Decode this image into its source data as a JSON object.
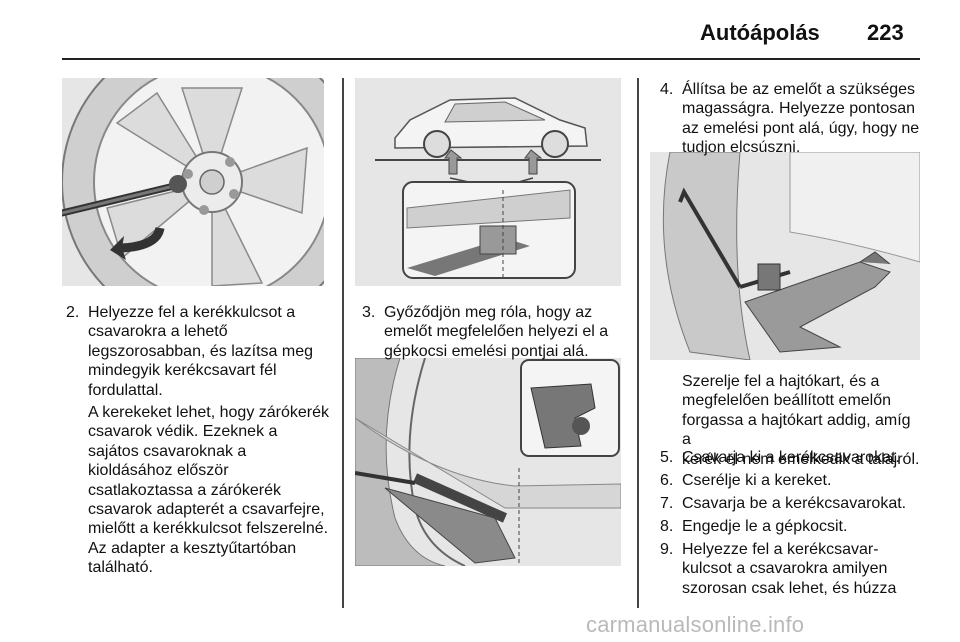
{
  "header": {
    "title": "Autóápolás",
    "page": "223"
  },
  "col1": {
    "step_num": "2.",
    "step_lines": [
      "Helyezze fel a kerékkulcsot a",
      "csavarokra a lehető",
      "legszorosabban, és lazítsa meg",
      "mindegyik kerékcsavart fél",
      "fordulattal."
    ],
    "note_lines": [
      "A kerekeket lehet, hogy zárókerék",
      "csavarok védik. Ezeknek a",
      "sajátos csavaroknak a",
      "kioldásához először",
      "csatlakoztassa a zárókerék",
      "csavarok adapterét a csavarfejre,",
      "mielőtt a kerékkulcsot felszerelné.",
      "Az adapter a kesztyűtartóban",
      "található."
    ]
  },
  "col2": {
    "step_num": "3.",
    "step_lines": [
      "Győződjön meg róla, hogy az",
      "emelőt megfelelően helyezi el a",
      "gépkocsi emelési pontjai alá."
    ]
  },
  "col3": {
    "step4_num": "4.",
    "step4_lines": [
      "Állítsa be az emelőt a szükséges",
      "magasságra. Helyezze pontosan",
      "az emelési pont alá, úgy, hogy ne",
      "tudjon elcsúszni."
    ],
    "note_lines": [
      "Szerelje fel a hajtókart, és a",
      "megfelelően beállított emelőn",
      "forgassa a hajtókart addig, amíg a",
      "kerék el nem emelkedik a talajról."
    ],
    "items": [
      {
        "num": "5.",
        "lines": [
          "Csavarja ki a kerékcsavarokat."
        ]
      },
      {
        "num": "6.",
        "lines": [
          "Cserélje ki a kereket."
        ]
      },
      {
        "num": "7.",
        "lines": [
          "Csavarja be a kerékcsavarokat."
        ]
      },
      {
        "num": "8.",
        "lines": [
          "Engedje le a gépkocsit."
        ]
      },
      {
        "num": "9.",
        "lines": [
          "Helyezze fel a kerékcsavar-",
          "kulcsot a csavarokra amilyen",
          "szorosan csak lehet, és húzza"
        ]
      }
    ]
  },
  "watermark": "carmanualsonline.info"
}
